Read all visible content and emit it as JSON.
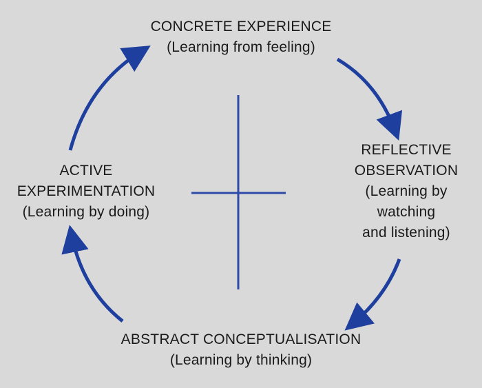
{
  "diagram": {
    "colors": {
      "background": "#d9d9d9",
      "arrow": "#1f3f9e",
      "cross": "#2d4aa6",
      "text": "#1a1a1a"
    },
    "stages": {
      "concrete": {
        "title": "CONCRETE EXPERIENCE",
        "subtitle": "(Learning from feeling)"
      },
      "reflective": {
        "title_line1": "REFLECTIVE",
        "title_line2": "OBSERVATION",
        "subtitle_line1": "(Learning by",
        "subtitle_line2": "watching",
        "subtitle_line3": "and listening)"
      },
      "abstract": {
        "title": "ABSTRACT CONCEPTUALISATION",
        "subtitle": "(Learning by thinking)"
      },
      "active": {
        "title_line1": "ACTIVE",
        "title_line2": "EXPERIMENTATION",
        "subtitle": "(Learning by doing)"
      }
    }
  }
}
